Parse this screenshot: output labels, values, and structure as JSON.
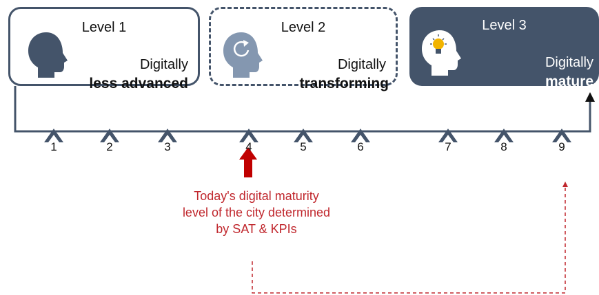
{
  "levels": [
    {
      "title": "Level 1",
      "desc_line1": "Digitally",
      "desc_line2": "less advanced"
    },
    {
      "title": "Level 2",
      "desc_line1": "Digitally",
      "desc_line2": "transforming"
    },
    {
      "title": "Level 3",
      "desc_line1": "Digitally",
      "desc_line2": "mature"
    }
  ],
  "scale": {
    "ticks": [
      "1",
      "2",
      "3",
      "4",
      "5",
      "6",
      "7",
      "8",
      "9"
    ],
    "current": "4"
  },
  "annotation": {
    "text_line1": "Today's digital maturity",
    "text_line2": "level of the city determined",
    "text_line3": "by SAT & KPIs"
  },
  "colors": {
    "primary": "#44546a",
    "accent": "#c0272d",
    "icon_light": "#8497b0"
  },
  "icons": [
    "head-icon",
    "refresh-head-icon",
    "lightbulb-head-icon",
    "up-arrow-icon",
    "red-up-arrow-icon"
  ]
}
